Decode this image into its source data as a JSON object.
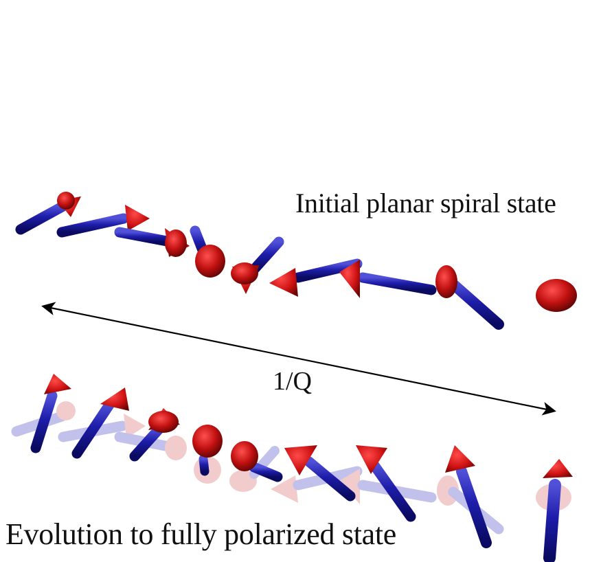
{
  "labels": {
    "initial_state": "Initial planar spiral state",
    "evolved_state": "Evolution to fully polarized state",
    "period": "1/Q"
  },
  "colors": {
    "spin_shaft": "#1d1daa",
    "spin_head": "#cc1111",
    "ghost_shaft": "#8f8fdb",
    "ghost_head": "#e8a4a4",
    "arrow": "#000000"
  },
  "legend_icons": [
    "spin-arrow-icon",
    "period-arrow-icon"
  ]
}
